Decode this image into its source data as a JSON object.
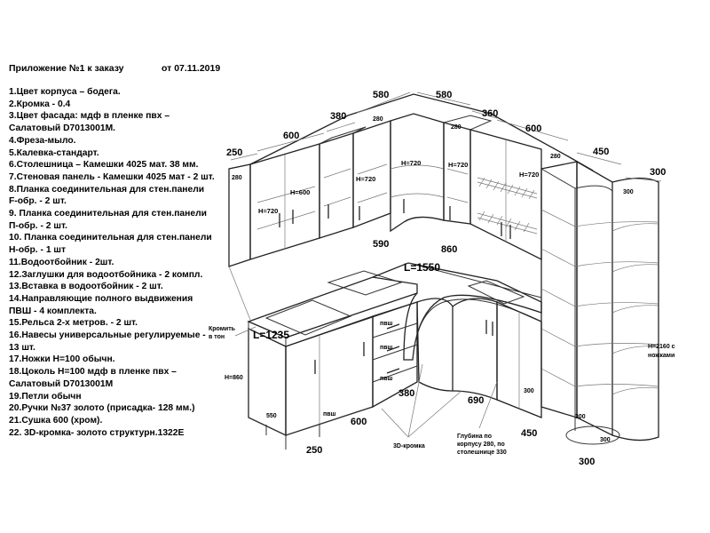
{
  "header": {
    "title": "Приложение №1 к заказу",
    "date": "от 07.11.2019"
  },
  "spec_items": [
    "1.Цвет корпуса – бодега.",
    "2.Кромка - 0.4",
    "3.Цвет фасада: мдф в пленке пвх –",
    "Салатовый D7013001М.",
    "4.Фреза-мыло.",
    "5.Калевка-стандарт.",
    "6.Столешница – Камешки 4025 мат. 38 мм.",
    "7.Стеновая панель - Камешки 4025 мат - 2 шт.",
    "8.Планка соединительная для стен.панели",
    "F-обр. - 2 шт.",
    "9. Планка соединительная для стен.панели",
    "П-обр. - 2 шт.",
    "10. Планка соединительная для стен.панели",
    "Н-обр. - 1 шт",
    "11.Водоотбойник - 2шт.",
    "12.Заглушки для водоотбойника - 2 компл.",
    "13.Вставка в водоотбойник - 2 шт.",
    "14.Направляющие полного выдвижения",
    "ПВШ - 4 комплекта.",
    "15.Рельса 2-х метров. - 2 шт.",
    "16.Навесы универсальные регулируемые -",
    "13 шт.",
    "17.Ножки Н=100 обычн.",
    "18.Цоколь Н=100 мдф в пленке пвх –",
    "Салатовый D7013001М",
    "19.Петли обычн",
    "20.Ручки №37 золото (присадка- 128 мм.)",
    "21.Сушка 600 (хром).",
    "22. 3D-кромка- золото структурн.1322Е"
  ],
  "drawing": {
    "upper_widths": [
      "250",
      "600",
      "380",
      "580",
      "580",
      "360",
      "600",
      "450",
      "300"
    ],
    "inner_depths": [
      "280",
      "280",
      "280",
      "280",
      "300"
    ],
    "heights": [
      "Н=720",
      "Н=600",
      "Н=720",
      "Н=720",
      "Н=720",
      "Н=720"
    ],
    "worktop_left_length": "L=1235",
    "worktop_right_length": "L=1550",
    "dim_590": "590",
    "dim_860": "860",
    "base_height": "Н=860",
    "base_depth": "550",
    "bottom_dims": [
      "250",
      "600",
      "380",
      "690",
      "450",
      "300"
    ],
    "drawer_tag": "пвш",
    "cabinet_depth_300": "300",
    "tall_height": "Н=2160 с ножками",
    "note_edge": "Кромить в тон",
    "note_3d_edge": "3D-кромка",
    "note_depth": "Глубина по корпусу 280, по столешнице 330"
  }
}
